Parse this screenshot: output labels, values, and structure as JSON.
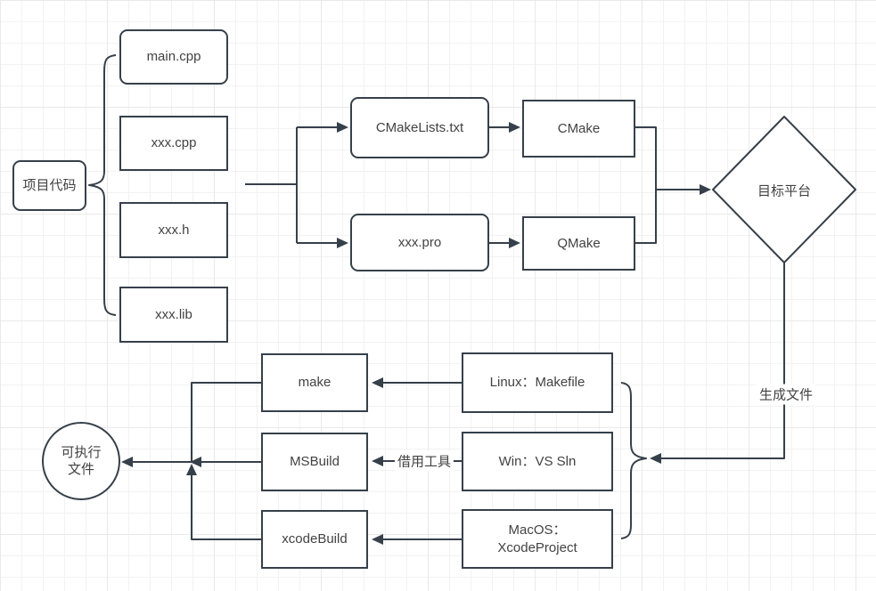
{
  "canvas": {
    "background": "#ffffff",
    "grid_minor_color": "#f2f2f2",
    "grid_major_color": "#e9e9e9",
    "stroke_color": "#36404a",
    "text_color": "#424242",
    "node_fill": "#ffffff"
  },
  "nodes": {
    "project_code": {
      "label": "项目代码"
    },
    "main_cpp": {
      "label": "main.cpp"
    },
    "xxx_cpp": {
      "label": "xxx.cpp"
    },
    "xxx_h": {
      "label": "xxx.h"
    },
    "xxx_lib": {
      "label": "xxx.lib"
    },
    "cmakelists": {
      "label": "CMakeLists.txt"
    },
    "cmake": {
      "label": "CMake"
    },
    "xxx_pro": {
      "label": "xxx.pro"
    },
    "qmake": {
      "label": "QMake"
    },
    "target_platform": {
      "label": "目标平台"
    },
    "make": {
      "label": "make"
    },
    "msbuild": {
      "label": "MSBuild"
    },
    "xcodebuild": {
      "label": "xcodeBuild"
    },
    "linux_makefile": {
      "label": "Linux：Makefile"
    },
    "win_vs_sln": {
      "label": "Win：VS Sln"
    },
    "macos_xcodeproject": {
      "line1": "MacOS：",
      "line2": "XcodeProject"
    },
    "executable": {
      "line1": "可执行",
      "line2": "文件"
    }
  },
  "edge_labels": {
    "generate_files": "生成文件",
    "borrow_tools": "借用工具"
  }
}
